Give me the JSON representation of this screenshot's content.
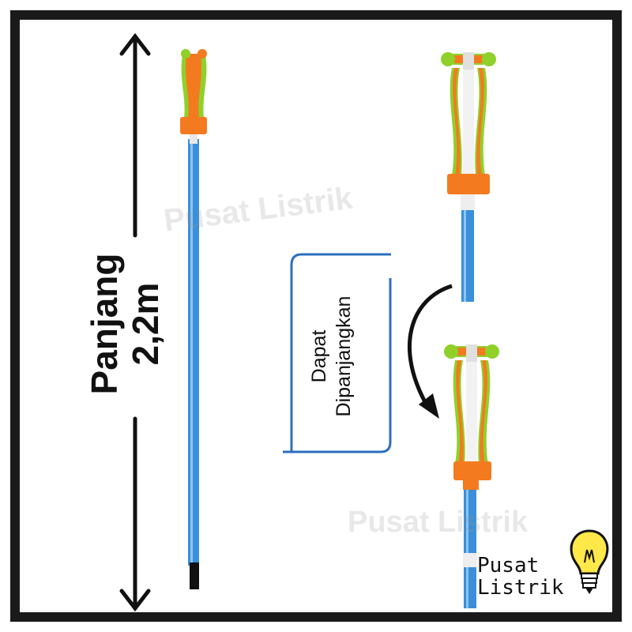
{
  "dimension": {
    "line1": "Panjang",
    "line2": "2,2m"
  },
  "feature": {
    "line1": "Dapat",
    "line2": "Dipanjangkan"
  },
  "watermark": {
    "text1": "Pusat Listrik",
    "text2": "Pusat Listrik"
  },
  "logo": {
    "line1": "Pusat",
    "line2": "Listrik",
    "icon": "lightbulb-icon"
  },
  "colors": {
    "border": "#1a1a1a",
    "pole": "#3a8fd8",
    "clamp_orange": "#f47a20",
    "clamp_green": "#8fd12a",
    "accent_blue": "#2c6fbd",
    "bulb_yellow": "#ffe84a"
  }
}
